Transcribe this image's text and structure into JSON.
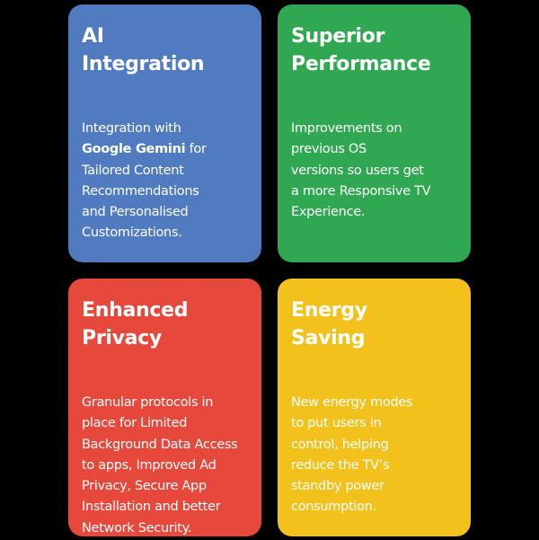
{
  "cards": [
    {
      "color": "#507bc0",
      "title": [
        "AI",
        "Integration"
      ],
      "body": [
        [
          "Integration with"
        ],
        [
          "Google Gemini",
          " for"
        ],
        [
          "Tailored Content"
        ],
        [
          "Recommendations"
        ],
        [
          "and Personalised"
        ],
        [
          "Customizations."
        ]
      ]
    },
    {
      "color": "#2fa851",
      "title": [
        "Superior",
        "Performance"
      ],
      "body": [
        [
          "Improvements on"
        ],
        [
          "previous OS"
        ],
        [
          "versions so users get"
        ],
        [
          "a more Responsive TV"
        ],
        [
          "Experience."
        ]
      ]
    },
    {
      "color": "#e6493b",
      "title": [
        "Enhanced",
        "Privacy"
      ],
      "body": [
        [
          "Granular protocols in"
        ],
        [
          "place for Limited"
        ],
        [
          "Background Data Access"
        ],
        [
          "to apps, Improved Ad"
        ],
        [
          "Privacy, Secure App"
        ],
        [
          "Installation and better"
        ],
        [
          "Network Security."
        ]
      ]
    },
    {
      "color": "#f3c11b",
      "title": [
        "Energy",
        "Saving"
      ],
      "body": [
        [
          "New energy modes"
        ],
        [
          "to put users in"
        ],
        [
          "control, helping"
        ],
        [
          "reduce the TV’s"
        ],
        [
          "standby power"
        ],
        [
          "consumption."
        ]
      ]
    }
  ]
}
